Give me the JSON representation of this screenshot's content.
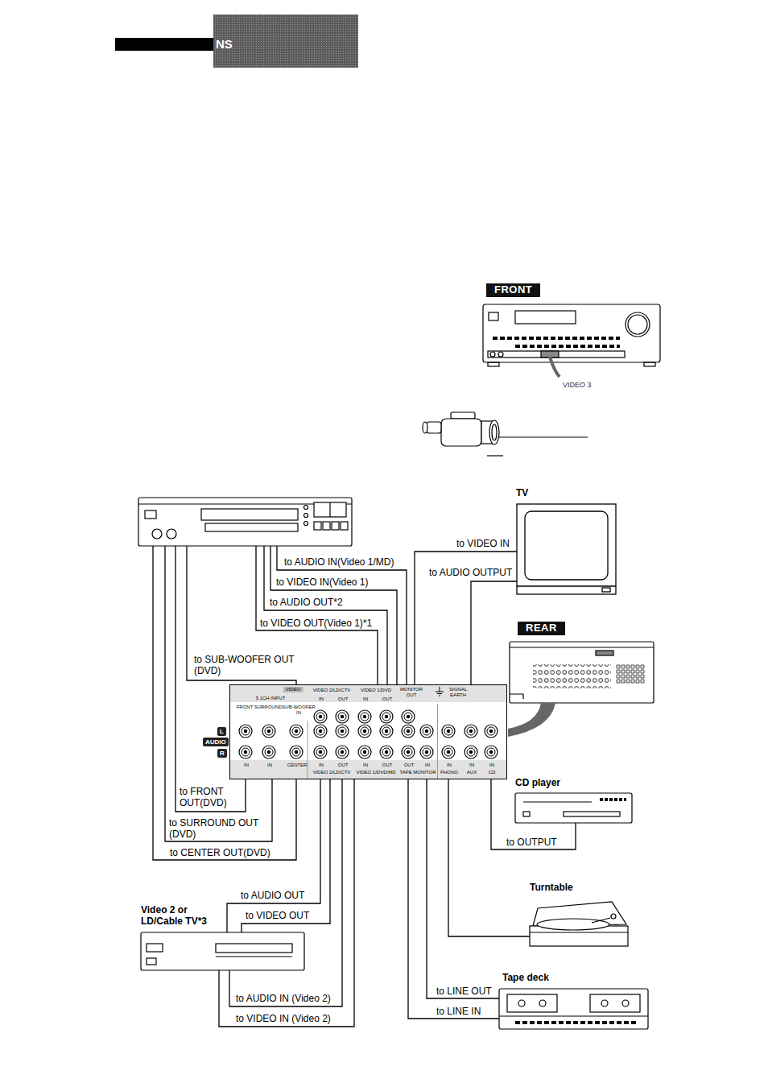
{
  "diagram": {
    "title": "NS",
    "nodes": [
      {
        "text": [
          "FRONT"
        ]
      },
      {
        "text": [
          "TV"
        ]
      },
      {
        "text": [
          "REAR"
        ]
      },
      {
        "text": [
          "VIDEO",
          "VIDEO 2/LD/CTV",
          "VIDEO 1/DVD",
          "MONITOR OUT",
          "IN",
          "OUT",
          "IN",
          "OUT",
          "5.1CH INPUT",
          "FRONT",
          "SURROUND",
          "SUB-WOOFER IN",
          "SIGNAL EARTH",
          "IN",
          "IN",
          "CENTER",
          "IN",
          "OUT",
          "IN",
          "OUT",
          "OUT",
          "IN",
          "IN",
          "IN",
          "IN",
          "VIDEO 2/LD/CTV",
          "VIDEO 1/DVD/MD",
          "TAPE MONITOR",
          "PHONO",
          "AUX",
          "CD"
        ]
      },
      {
        "text": [
          "CD player"
        ]
      },
      {
        "text": [
          "Turntable"
        ]
      },
      {
        "text": [
          "Video 2 or LD/Cable TV*3"
        ]
      },
      {
        "text": [
          "Tape deck"
        ]
      }
    ],
    "edges": [
      {
        "from": 3,
        "to": 1,
        "label": "to VIDEO IN",
        "arrow": "none"
      },
      {
        "from": 1,
        "to": 3,
        "label": "to AUDIO OUTPUT",
        "arrow": "none"
      },
      {
        "from": 4,
        "to": 3,
        "label": "to OUTPUT",
        "arrow": "none"
      },
      {
        "from": 5,
        "to": 3,
        "arrow": "none"
      },
      {
        "from": 7,
        "to": 3,
        "label": "to LINE OUT",
        "arrow": "none"
      },
      {
        "from": 7,
        "to": 3,
        "label": "to LINE IN",
        "arrow": "none"
      },
      {
        "from": 6,
        "to": 3,
        "label": "to AUDIO OUT",
        "arrow": "none"
      },
      {
        "from": 6,
        "to": 3,
        "label": "to VIDEO OUT",
        "arrow": "none"
      },
      {
        "from": 6,
        "to": 3,
        "label": "to AUDIO IN (Video 2)",
        "arrow": "none"
      },
      {
        "from": 6,
        "to": 3,
        "label": "to VIDEO IN (Video 2)",
        "arrow": "none"
      }
    ],
    "labels": [
      "VIDEO 3",
      "to AUDIO IN(Video 1/MD)",
      "to VIDEO IN(Video 1)",
      "to AUDIO OUT*2",
      "to VIDEO OUT(Video 1)*1",
      "to SUB-WOOFER OUT (DVD)",
      "to FRONT OUT(DVD)",
      "to SURROUND OUT (DVD)",
      "to CENTER OUT(DVD)",
      "L",
      "AUDIO",
      "R"
    ]
  }
}
